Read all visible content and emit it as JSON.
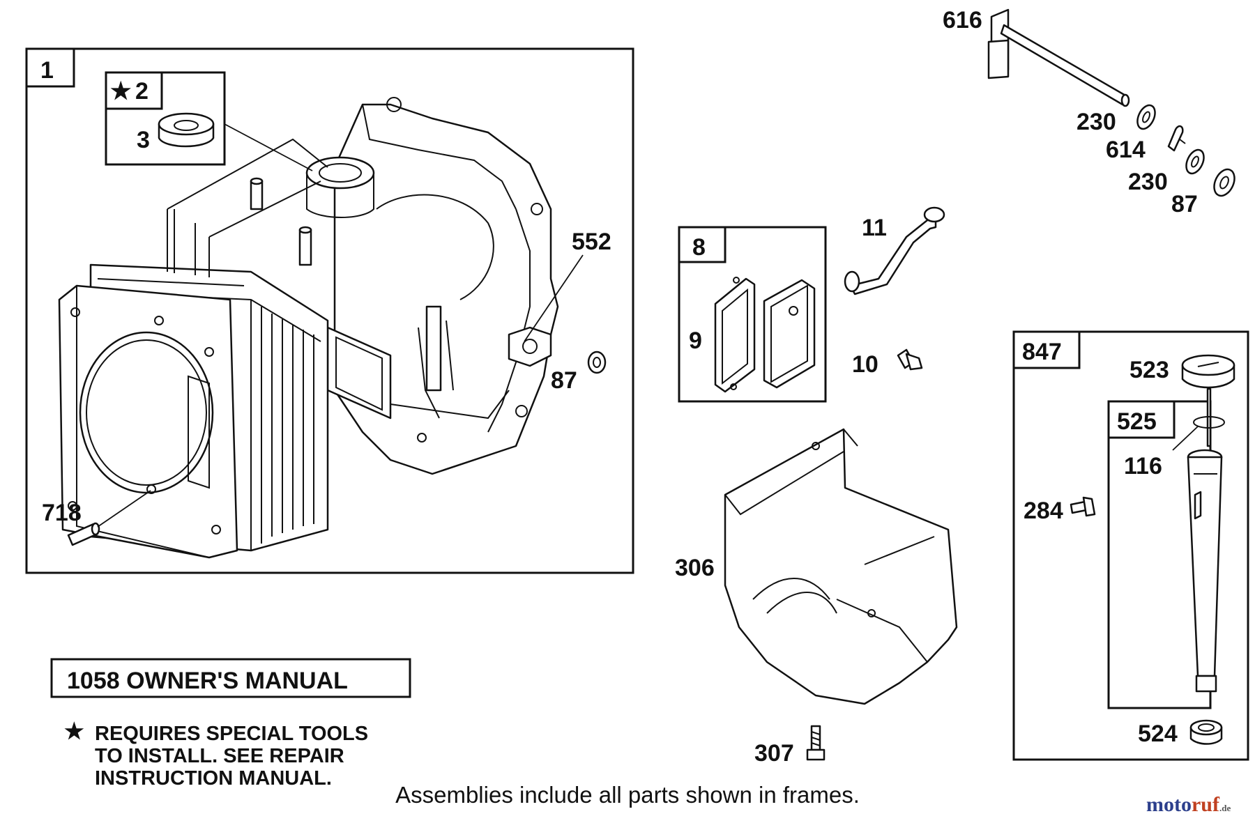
{
  "frames": {
    "short_block": "1",
    "bearing_kit": "2",
    "bearing_kit_star": "★",
    "gasket_set": "8",
    "dipstick_assy": "847",
    "dipstick_tube_assy": "525"
  },
  "parts": {
    "p3": "3",
    "p552": "552",
    "p87a": "87",
    "p718": "718",
    "p616": "616",
    "p230a": "230",
    "p614": "614",
    "p230b": "230",
    "p87b": "87",
    "p11": "11",
    "p9": "9",
    "p10": "10",
    "p306": "306",
    "p307": "307",
    "p523": "523",
    "p116": "116",
    "p284": "284",
    "p524": "524"
  },
  "notes": {
    "owners_manual": "1058 OWNER'S MANUAL",
    "star": "★",
    "special_tools_1": "REQUIRES SPECIAL TOOLS",
    "special_tools_2": "TO INSTALL.  SEE REPAIR",
    "special_tools_3": "INSTRUCTION MANUAL."
  },
  "footer": "Assemblies include all parts shown in frames.",
  "watermark": {
    "a": "moto",
    "b": "ruf",
    "c": ".de"
  }
}
